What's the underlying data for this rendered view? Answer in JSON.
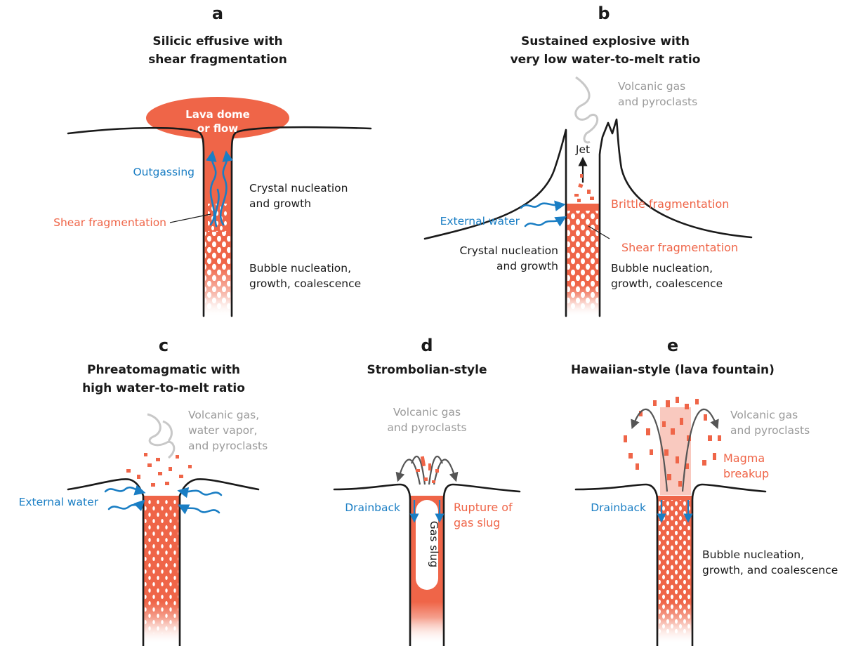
{
  "colors": {
    "magma": "#ef6548",
    "water": "#1a7ec4",
    "gas": "#9a9a9a",
    "outline": "#1a1a1a"
  },
  "panels": {
    "a": {
      "letter": "a",
      "title_line1": "Silicic effusive with",
      "title_line2": "shear fragmentation",
      "dome_line1": "Lava dome",
      "dome_line2": "or flow",
      "outgassing": "Outgassing",
      "shear": "Shear fragmentation",
      "crystal_line1": "Crystal nucleation",
      "crystal_line2": "and growth",
      "bubble_line1": "Bubble nucleation,",
      "bubble_line2": "growth, coalescence"
    },
    "b": {
      "letter": "b",
      "title_line1": "Sustained explosive with",
      "title_line2": "very low water-to-melt ratio",
      "gas_line1": "Volcanic gas",
      "gas_line2": "and pyroclasts",
      "jet": "Jet",
      "brittle": "Brittle fragmentation",
      "external_water": "External water",
      "shear": "Shear fragmentation",
      "crystal_line1": "Crystal nucleation",
      "crystal_line2": "and growth",
      "bubble_line1": "Bubble nucleation,",
      "bubble_line2": "growth, coalescence"
    },
    "c": {
      "letter": "c",
      "title_line1": "Phreatomagmatic with",
      "title_line2": "high water-to-melt ratio",
      "gas_line1": "Volcanic gas,",
      "gas_line2": "water vapor,",
      "gas_line3": "and pyroclasts",
      "external_water": "External water"
    },
    "d": {
      "letter": "d",
      "title": "Strombolian-style",
      "gas_line1": "Volcanic gas",
      "gas_line2": "and pyroclasts",
      "drainback": "Drainback",
      "rupture_line1": "Rupture of",
      "rupture_line2": "gas slug",
      "gas_slug": "Gas slug"
    },
    "e": {
      "letter": "e",
      "title": "Hawaiian-style (lava fountain)",
      "gas_line1": "Volcanic gas",
      "gas_line2": "and pyroclasts",
      "magma_line1": "Magma",
      "magma_line2": "breakup",
      "drainback": "Drainback",
      "bubble_line1": "Bubble nucleation,",
      "bubble_line2": "growth, and coalescence"
    }
  }
}
